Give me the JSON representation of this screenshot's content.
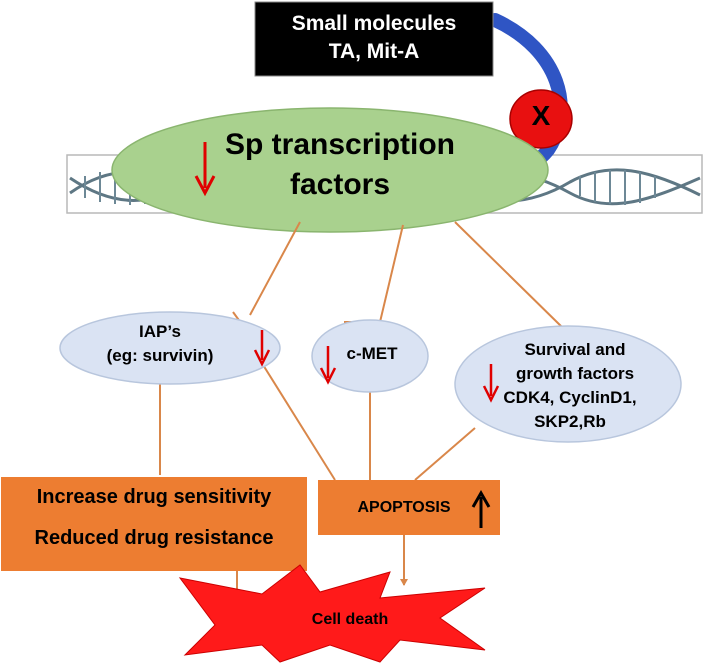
{
  "small_molecules": {
    "line1": "Small molecules",
    "line2": "TA, Mit-A"
  },
  "block_marker": "X",
  "sp_factors": {
    "line1": "Sp transcription",
    "line2": "factors"
  },
  "iap": {
    "line1": "IAP’s",
    "line2": "(eg: survivin)"
  },
  "cmet": {
    "label": "c-MET"
  },
  "survival": {
    "line1": "Survival and",
    "line2": "growth factors",
    "line3": "CDK4, CyclinD1,",
    "line4": "SKP2,Rb"
  },
  "drug": {
    "line1": "Increase drug sensitivity",
    "line2": "Reduced drug resistance"
  },
  "apoptosis": {
    "label": "APOPTOSIS"
  },
  "cell_death": {
    "label": "Cell death"
  },
  "colors": {
    "black_box": "#000000",
    "green_ellipse": "#a9d18e",
    "blue_ellipse": "#dae3f3",
    "orange_box": "#ed7d31",
    "connector": "#d9874a",
    "red_arrow": "#e00000",
    "blue_arrow": "#2f55c4",
    "starburst": "#ff1a1a"
  }
}
